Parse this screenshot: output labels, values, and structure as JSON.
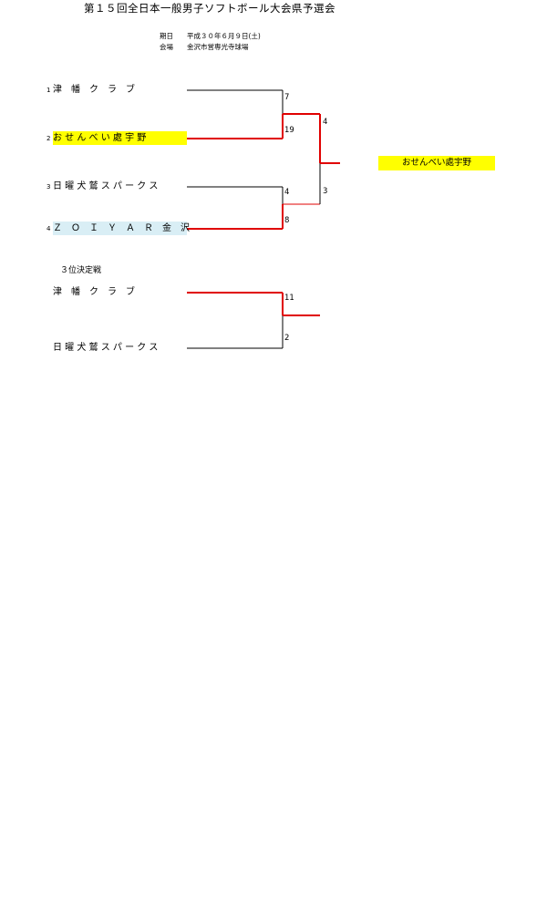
{
  "title": "第１５回全日本一般男子ソフトボール大会県予選会",
  "info": {
    "date_label": "期日",
    "date_value": "平成３０年６月９日(土)",
    "venue_label": "会場",
    "venue_value": "金沢市営専光寺球場"
  },
  "teams": [
    {
      "seed": "1",
      "name": "津　幡　ク　ラ　ブ"
    },
    {
      "seed": "2",
      "name": "お せ ん べ い 處 宇 野"
    },
    {
      "seed": "3",
      "name": "日 曜 犬 鷲 ス パ ー ク ス"
    },
    {
      "seed": "4",
      "name": "Ｚ　Ｏ　Ｉ　Ｙ　Ａ　Ｒ　金　沢"
    }
  ],
  "scores": {
    "semi1_top": "7",
    "semi1_bottom": "19",
    "semi2_top": "4",
    "semi2_bottom": "8",
    "final_top": "4",
    "final_bottom": "3"
  },
  "champion": "おせんべい處宇野",
  "third_place": {
    "label": "３位決定戦",
    "team_top": "津　幡　ク　ラ　ブ",
    "team_bottom": "日 曜 犬 鷲 ス パ ー ク ス",
    "score_top": "11",
    "score_bottom": "2"
  },
  "colors": {
    "winner_line": "#e00000",
    "loser_line": "#000000",
    "highlight_yellow": "#ffff00",
    "highlight_blue": "#d9eef5"
  }
}
